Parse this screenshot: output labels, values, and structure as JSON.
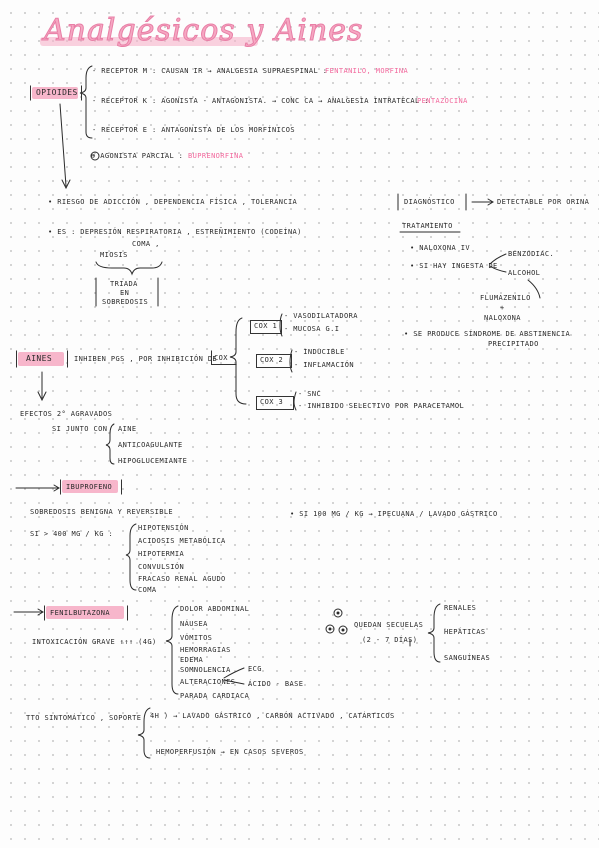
{
  "title": "Analgésicos y Aines",
  "opioides": {
    "label": "Opioides",
    "mu": "- receptor µ : causan Ir → analgesia supraespinal :",
    "mu_ex": "fentanilo, morfina",
    "kappa": "- receptor K : agonista - antagonista. → conc Ca → analgesia intratecal :",
    "kappa_ex": "pentazocina",
    "epsilon": "- receptor E : antagonista de los morfínicos",
    "parcial": "⊕ agonista parcial :",
    "parcial_ex": "buprenorfina",
    "riesgo": "• riesgo de adicción , dependencia física , tolerancia",
    "es": "• es : depresión respiratoria , estreñimiento (codeína)",
    "coma": "coma ,",
    "miosis": "miosis",
    "triada_1": "triada",
    "triada_2": "en",
    "triada_3": "sobredosis"
  },
  "diagnostico": {
    "label": "Diagnóstico",
    "text": "detectable por orina"
  },
  "tratamiento": {
    "label": "Tratamiento",
    "naloxona": "• naloxona IV",
    "si_hay": "• si hay ingesta de",
    "benzo": "benzodiac.",
    "alcohol": "alcohol",
    "flumazenilo": "flumazenilo",
    "plus": "+",
    "naloxona2": "naloxona",
    "sindrome_1": "• se produce síndrome de abstinencia",
    "sindrome_2": "precipitado"
  },
  "aines": {
    "label": "Aines",
    "text": "inhiben PGs , por inhibición de",
    "cox_label": "COX",
    "cox1": "COX 1",
    "cox1_a": "- vasodilatadora",
    "cox1_b": "- mucosa G.I",
    "cox2": "COX 2",
    "cox2_a": "- inducible",
    "cox2_b": "- inflamación",
    "cox3": "COX 3",
    "cox3_a": "- SNC",
    "cox3_b": "- inhibido selectivo por paracetamol",
    "efectos": "efectos 2° agravados",
    "si_junto": "si junto con",
    "e1": "Aine",
    "e2": "anticoagulante",
    "e3": "hipoglucemiante"
  },
  "ibuprofeno": {
    "label": "Ibuprofeno",
    "sobredosis": "sobredosis benigna y reversible",
    "dosis": "si > 400 mg / kg :",
    "effects": [
      "hipotensión",
      "acidosis metabólica",
      "hipotermia",
      "convulsión",
      "fracaso renal agudo",
      "coma"
    ],
    "si100": "• si 100 mg / kg → ipecuana / lavado gástrico"
  },
  "fenilbutazona": {
    "label": "Fenilbutazona",
    "intox": "intoxicación grave ↑↑↑ (4g)",
    "symptoms": [
      "dolor abdominal",
      "náusea",
      "vómitos",
      "hemorragias",
      "edema",
      "somnolencia",
      "alteraciones",
      "parada cardiaca"
    ],
    "ecg": "ECG",
    "acido": "ácido - base",
    "quedan": "quedan secuelas",
    "dias": "(2 - 7 días)",
    "secuelas": [
      "renales",
      "hepáticas",
      "sanguíneas"
    ]
  },
  "tto": {
    "text": "TTO sintomático , soporte",
    "a": "4h ) → lavado gástrico , carbón activado , catárticos",
    "b": "hemoperfusión → en casos severos"
  }
}
